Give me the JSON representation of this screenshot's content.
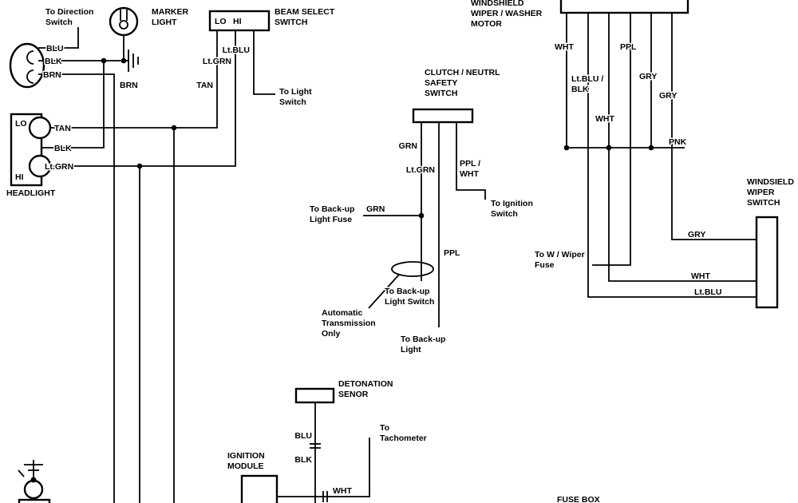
{
  "left": {
    "to_direction_switch": [
      "To Direction",
      "Switch"
    ],
    "wire_blu": "BLU",
    "wire_blk": "BLK",
    "wire_brn": "BRN",
    "marker_light": [
      "MARKER",
      "LIGHT"
    ],
    "beam_select": {
      "title": [
        "BEAM SELECT",
        "SWITCH"
      ],
      "lo": "LO",
      "hi": "HI"
    },
    "wire_ltblu": "Lt.BLU",
    "wire_ltgrn": "Lt.GRN",
    "wire_tan": "TAN",
    "wire_brn_main": "BRN",
    "to_light_switch": [
      "To Light",
      "Switch"
    ],
    "headlight": {
      "title": "HEADLIGHT",
      "lo": "LO",
      "hi": "HI",
      "wire_tan": "TAN",
      "wire_blk": "BLK",
      "wire_ltgrn": "Lt.GRN"
    }
  },
  "center": {
    "clutch_switch": [
      "CLUTCH / NEUTRL",
      "SAFETY",
      "SWITCH"
    ],
    "wire_grn": "GRN",
    "wire_ltgrn": "Lt.GRN",
    "wire_ppl_wht": [
      "PPL /",
      "WHT"
    ],
    "wire_grn_fuse": "GRN",
    "wire_ppl": "PPL",
    "to_backup_light_fuse": [
      "To Back-up",
      "Light Fuse"
    ],
    "to_ignition_switch": [
      "To Ignition",
      "Switch"
    ],
    "automatic_note": [
      "Automatic",
      "Transmission",
      "Only"
    ],
    "to_backup_light_switch": [
      "To Back-up",
      "Light Switch"
    ],
    "to_backup_light": [
      "To Back-up",
      "Light"
    ]
  },
  "right": {
    "wiper_motor": [
      "WINDSHIELD",
      "WIPER / WASHER",
      "MOTOR"
    ],
    "wire_wht_1": "WHT",
    "wire_ppl": "PPL",
    "wire_ltblu_blk": [
      "Lt.BLU /",
      "BLK"
    ],
    "wire_gry_1": "GRY",
    "wire_gry_2": "GRY",
    "wire_wht_2": "WHT",
    "wire_pnk": "PNK",
    "wiper_switch": [
      "WINDSIELD",
      "WIPER",
      "SWITCH"
    ],
    "wire_gry_3": "GRY",
    "wire_wht_3": "WHT",
    "wire_ltblu": "Lt.BLU",
    "to_w_wiper_fuse": [
      "To W / Wiper",
      "Fuse"
    ]
  },
  "bottom": {
    "detonation_sensor": [
      "DETONATION",
      "SENOR"
    ],
    "to_tachometer": [
      "To",
      "Tachometer"
    ],
    "wire_blu": "BLU",
    "wire_blk": "BLK",
    "wire_wht": "WHT",
    "ignition_module": [
      "IGNITION",
      "MODULE"
    ],
    "fuse_box": "FUSE BOX"
  }
}
